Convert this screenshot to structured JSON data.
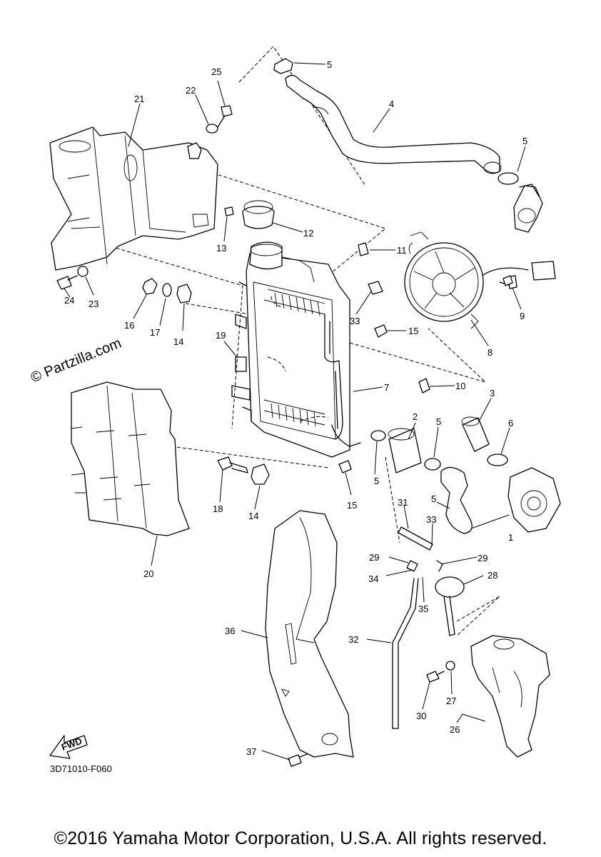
{
  "diagram": {
    "callouts": [
      "1",
      "2",
      "3",
      "4",
      "5",
      "6",
      "7",
      "8",
      "9",
      "10",
      "11",
      "12",
      "13",
      "14",
      "15",
      "16",
      "17",
      "18",
      "19",
      "20",
      "21",
      "22",
      "23",
      "24",
      "25",
      "26",
      "27",
      "28",
      "29",
      "30",
      "31",
      "32",
      "33",
      "34",
      "35",
      "36",
      "37"
    ],
    "direction_arrow_label": "FWD",
    "figure_code": "3D71010-F060",
    "watermark": "© Partzilla.com"
  },
  "footer": {
    "copyright": "©2016 Yamaha Motor Corporation, U.S.A. All rights reserved."
  }
}
